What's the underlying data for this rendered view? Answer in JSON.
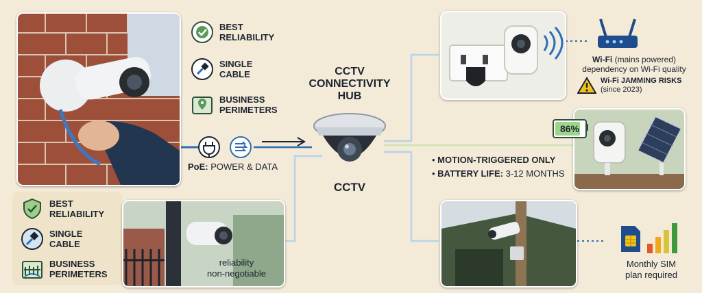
{
  "hub": {
    "title_line1": "CCTV",
    "title_line2": "CONNECTIVITY",
    "title_line3": "HUB",
    "camera_label": "CCTV"
  },
  "wired": {
    "features_top": [
      {
        "line1": "BEST",
        "line2": "RELIABILITY",
        "icon": "badge-check-icon"
      },
      {
        "line1": "SINGLE",
        "line2": "CABLE",
        "icon": "ethernet-plug-icon"
      },
      {
        "line1": "BUSINESS",
        "line2": "PERIMETERS",
        "icon": "map-pin-icon"
      }
    ],
    "features_bottom": [
      {
        "line1": "BEST",
        "line2": "RELIABILITY",
        "icon": "shield-check-icon"
      },
      {
        "line1": "SINGLE",
        "line2": "CABLE",
        "icon": "ethernet-plug-icon"
      },
      {
        "line1": "BUSINESS",
        "line2": "PERIMETERS",
        "icon": "fence-map-icon"
      }
    ],
    "poe_prefix": "PoE:",
    "poe_text": "POWER & DATA",
    "caption_line1": "reliability",
    "caption_line2": "non-negotiable"
  },
  "wifi": {
    "label_bold": "Wi-Fi",
    "label_rest": "(mains powered)",
    "line2": "dependency on Wi-Fi quality",
    "warning_bold": "Wi-Fi JAMMING RISKS",
    "warning_sub": "(since 2023)"
  },
  "battery": {
    "percent": "86%",
    "level": 0.86,
    "bullet1_bold": "MOTION-TRIGGERED ONLY",
    "bullet2_bold": "BATTERY LIFE:",
    "bullet2_rest": "3-12 MONTHS"
  },
  "cellular": {
    "caption_line1": "Monthly SIM",
    "caption_line2": "plan required"
  },
  "colors": {
    "line_blue": "#2f6db4",
    "line_pale": "#b9d3e8",
    "battery_green": "#3c9a3c",
    "warning_yellow": "#f2c21b"
  }
}
